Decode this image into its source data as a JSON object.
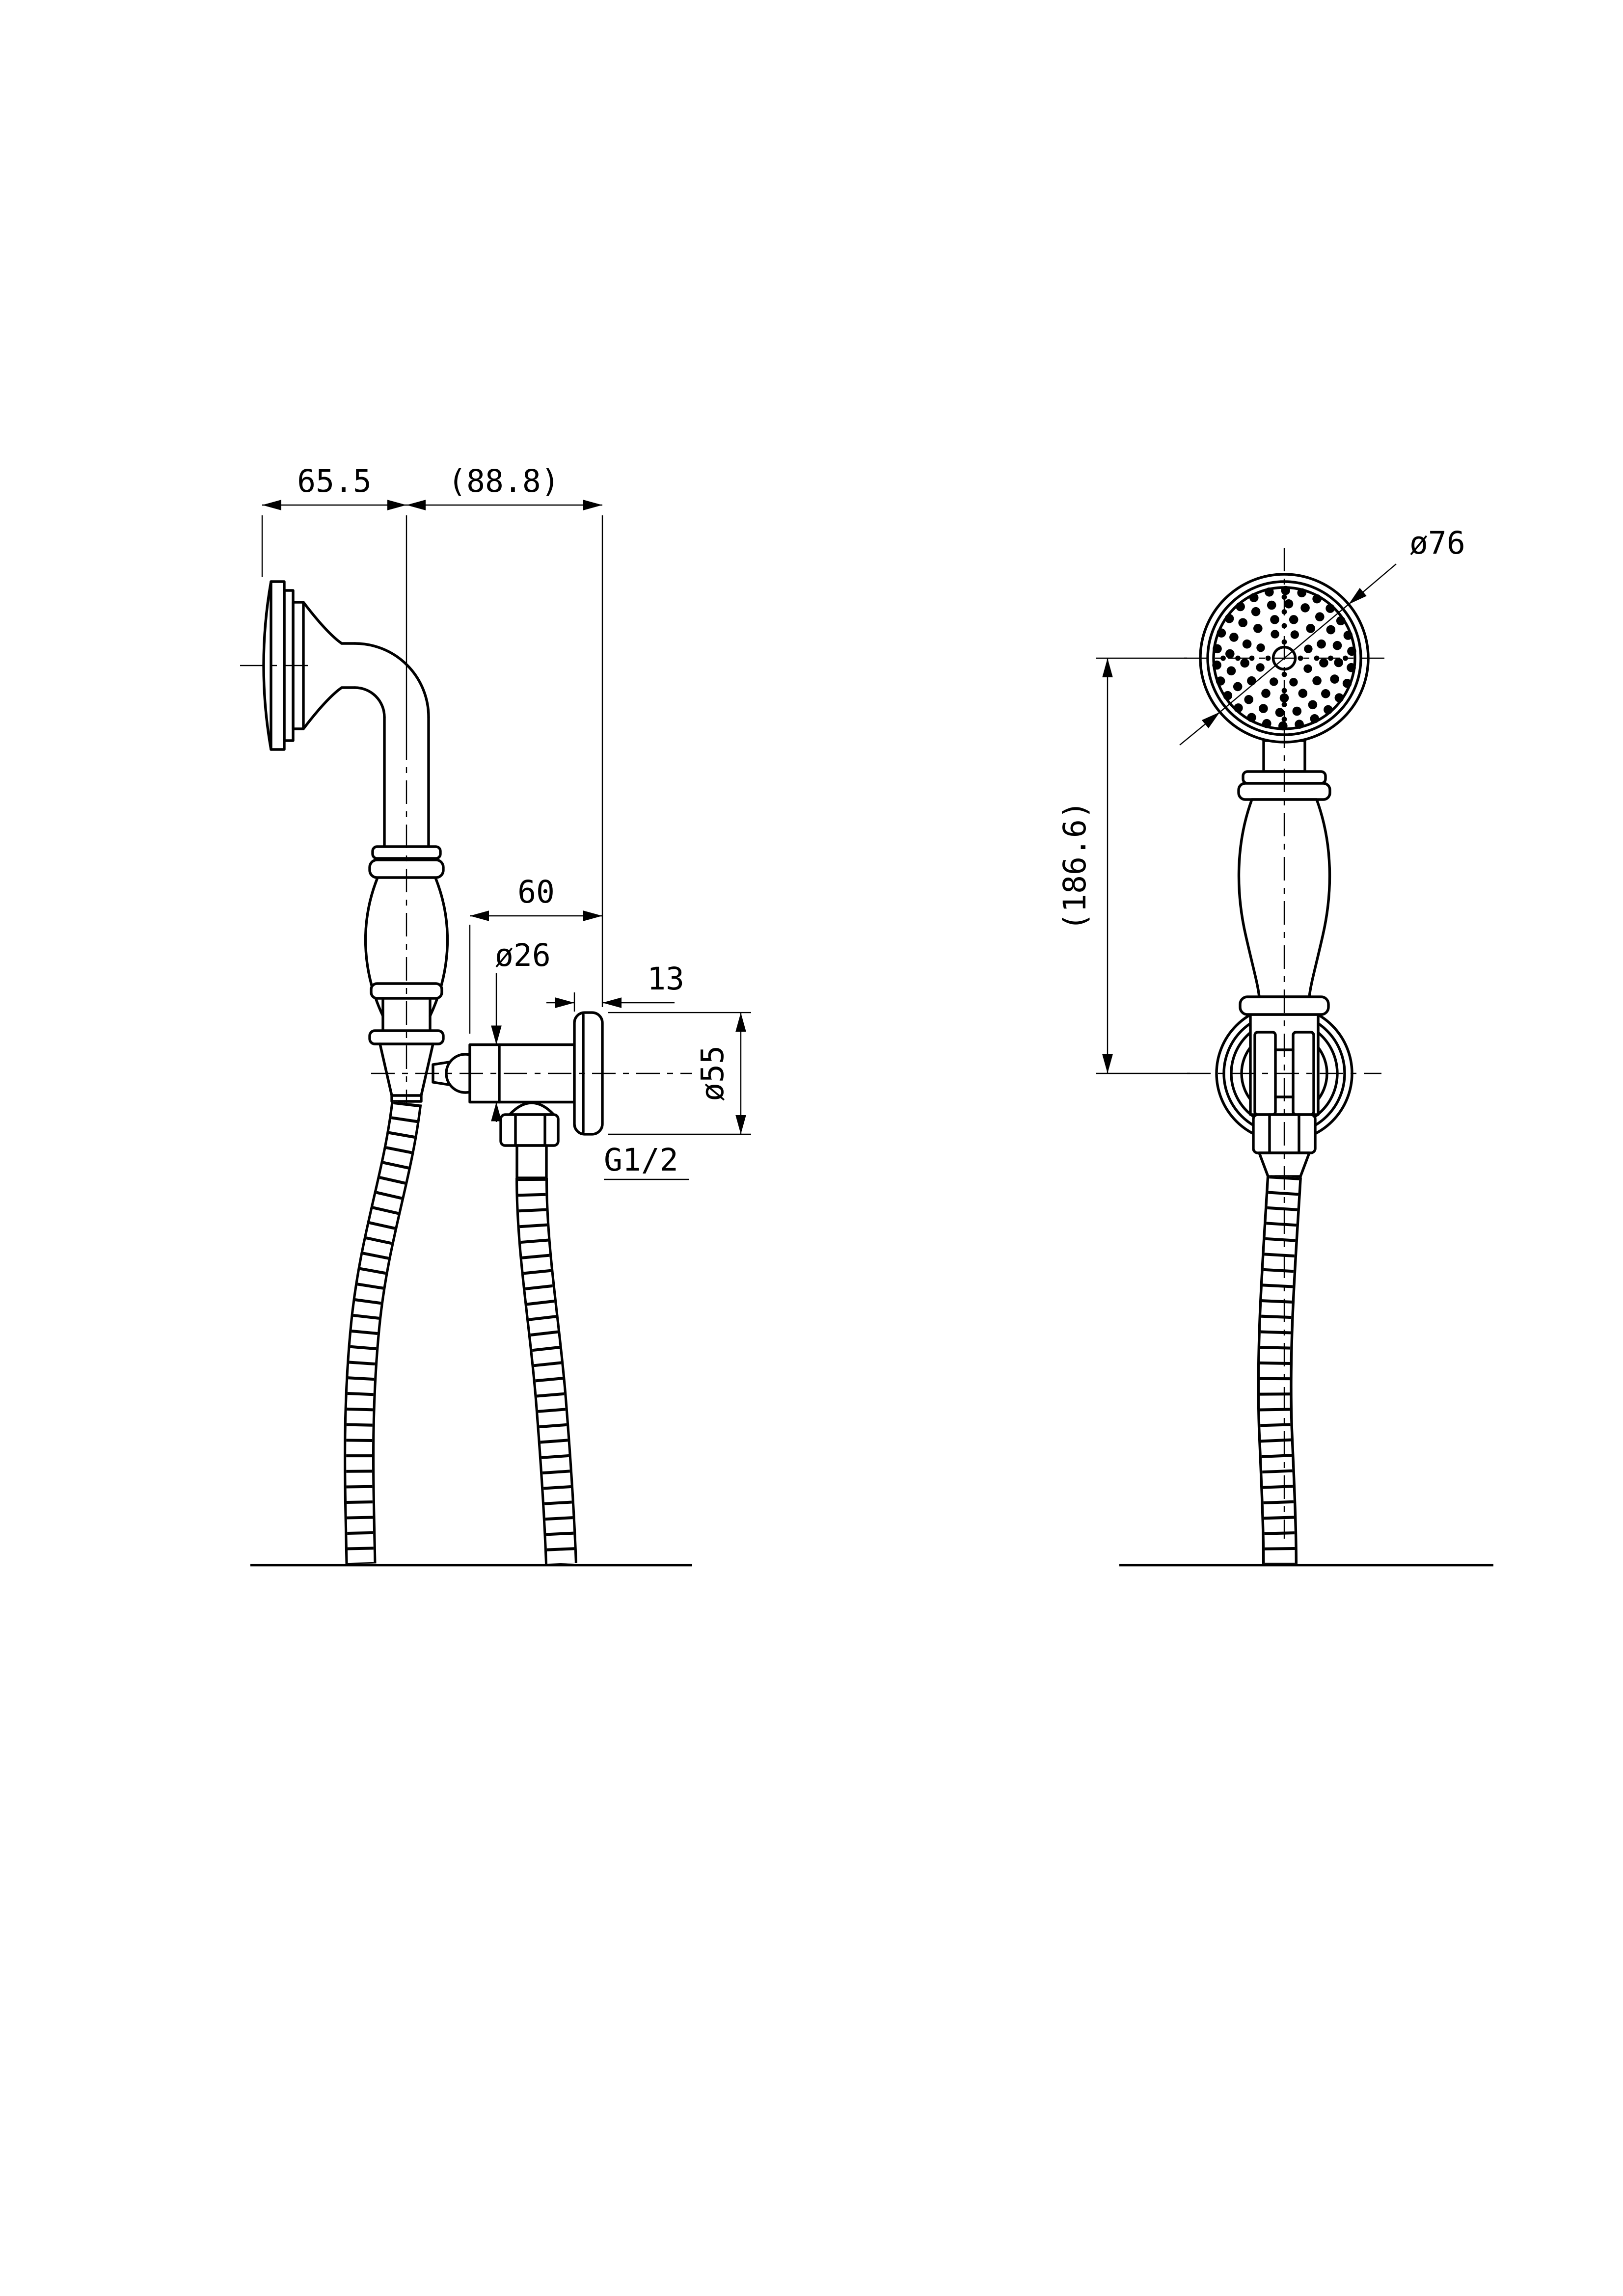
{
  "drawing": {
    "title": "Hand shower set with wall supply elbow and holder - two view dimensional drawing",
    "background": "#ffffff",
    "line_color": "#000000",
    "views": {
      "side": {
        "name": "side-view",
        "dims": {
          "head_offset": "65.5",
          "overall_offset": "(88.8)",
          "elbow_projection": "60",
          "pipe_dia": "ø26",
          "flange_depth": "13",
          "escutcheon_dia": "ø55",
          "thread": "G1/2"
        }
      },
      "front": {
        "name": "front-view",
        "dims": {
          "head_dia": "ø76",
          "head_to_bracket": "(186.6)"
        }
      }
    }
  }
}
